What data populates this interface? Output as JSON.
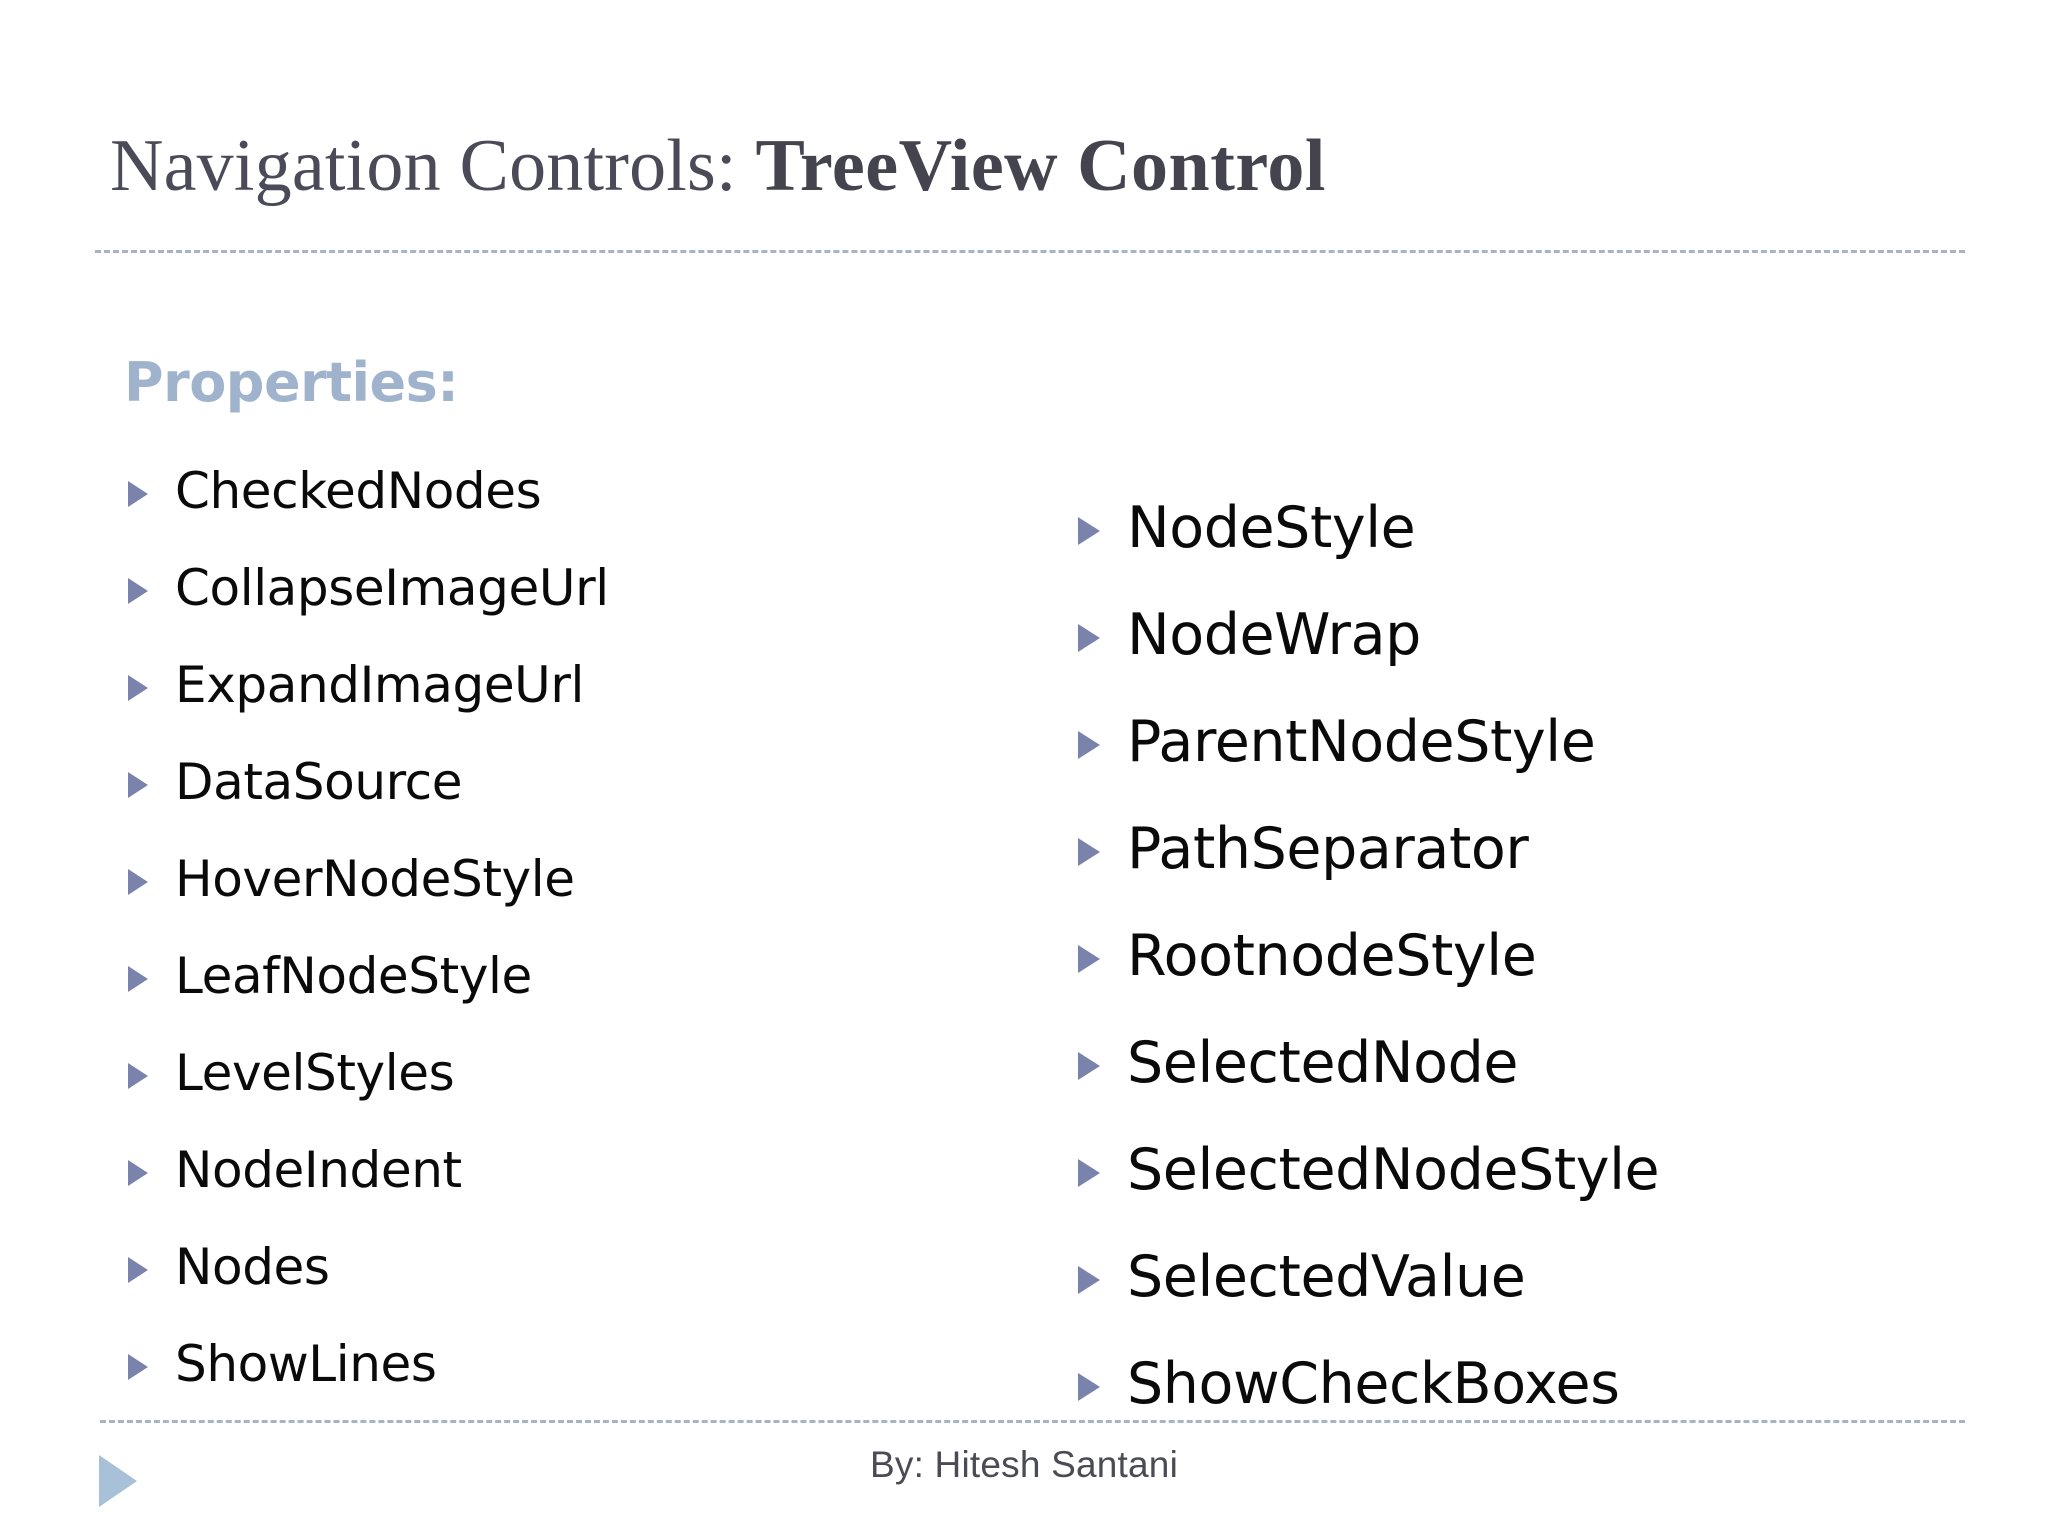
{
  "slide": {
    "title_prefix": "Navigation Controls: ",
    "title_strong": "TreeView Control",
    "section_heading": "Properties:",
    "footer_credit": "By: Hitesh Santani",
    "colors": {
      "title": "#4a4a58",
      "heading": "#9fb4cc",
      "bullet_marker": "#7a83ab",
      "rule": "#9aa7bd",
      "corner_triangle": "#a8c0d8",
      "body_text": "#0a0a0a",
      "background": "#ffffff"
    }
  },
  "columns": {
    "left": [
      {
        "label": "CheckedNodes"
      },
      {
        "label": "CollapseImageUrl"
      },
      {
        "label": "ExpandImageUrl"
      },
      {
        "label": "DataSource"
      },
      {
        "label": "HoverNodeStyle"
      },
      {
        "label": "LeafNodeStyle"
      },
      {
        "label": "LevelStyles"
      },
      {
        "label": "NodeIndent"
      },
      {
        "label": "Nodes"
      },
      {
        "label": "ShowLines"
      }
    ],
    "right": [
      {
        "label": "NodeStyle"
      },
      {
        "label": "NodeWrap"
      },
      {
        "label": "ParentNodeStyle"
      },
      {
        "label": "PathSeparator"
      },
      {
        "label": "RootnodeStyle"
      },
      {
        "label": "SelectedNode"
      },
      {
        "label": "SelectedNodeStyle"
      },
      {
        "label": "SelectedValue"
      },
      {
        "label": "ShowCheckBoxes"
      }
    ]
  },
  "icons": {
    "bullet": "triangle-right-icon",
    "corner": "triangle-right-icon"
  }
}
